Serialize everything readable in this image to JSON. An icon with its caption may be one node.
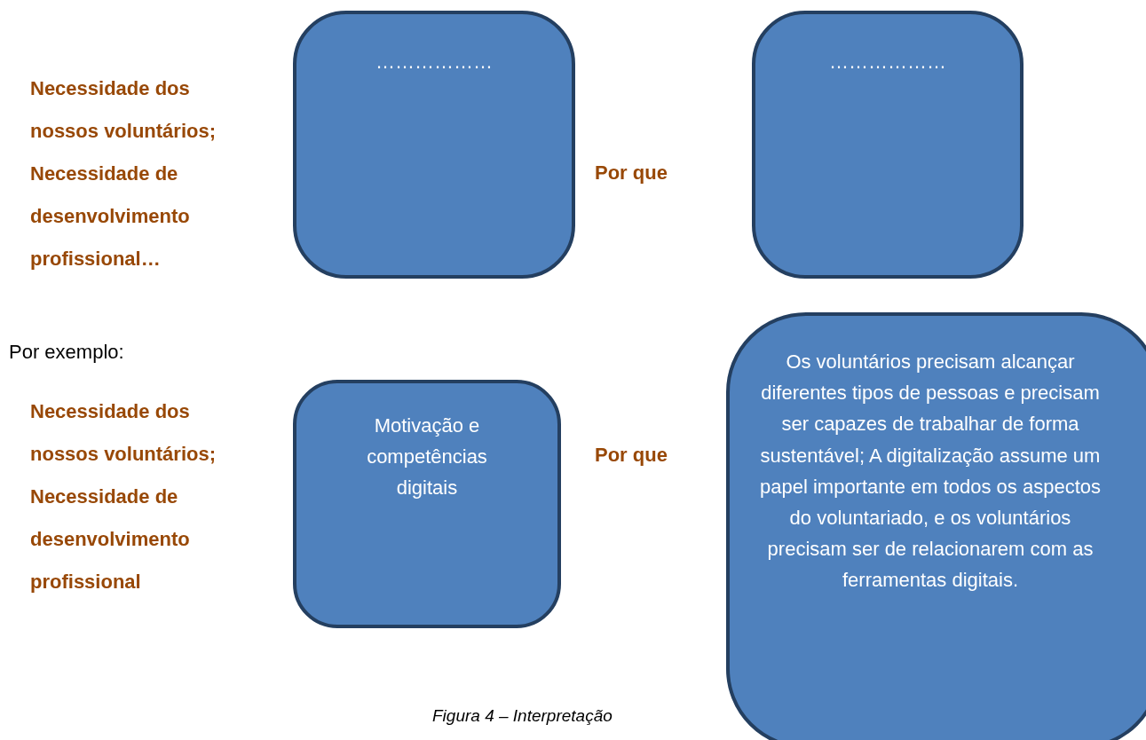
{
  "diagram": {
    "caption": "Figura 4 – Interpretação",
    "nodes": [
      {
        "text": [
          "………………"
        ]
      },
      {
        "text": [
          "………………"
        ]
      },
      {
        "text": [
          "Motivação e competências digitais"
        ]
      },
      {
        "text": [
          "Os voluntários precisam alcançar diferentes tipos de pessoas e precisam ser capazes de trabalhar de forma sustentável; A digitalização assume um papel importante em todos os aspectos do voluntariado, e os voluntários precisam ser de relacionarem com as ferramentas digitais."
        ]
      }
    ],
    "edges": [],
    "labels": [
      "Necessidade dos nossos voluntários;",
      "Necessidade de desenvolvimento profissional…",
      "Por que",
      "Por exemplo:",
      "Necessidade dos nossos voluntários;",
      "Necessidade de desenvolvimento profissional",
      "Por que"
    ]
  }
}
